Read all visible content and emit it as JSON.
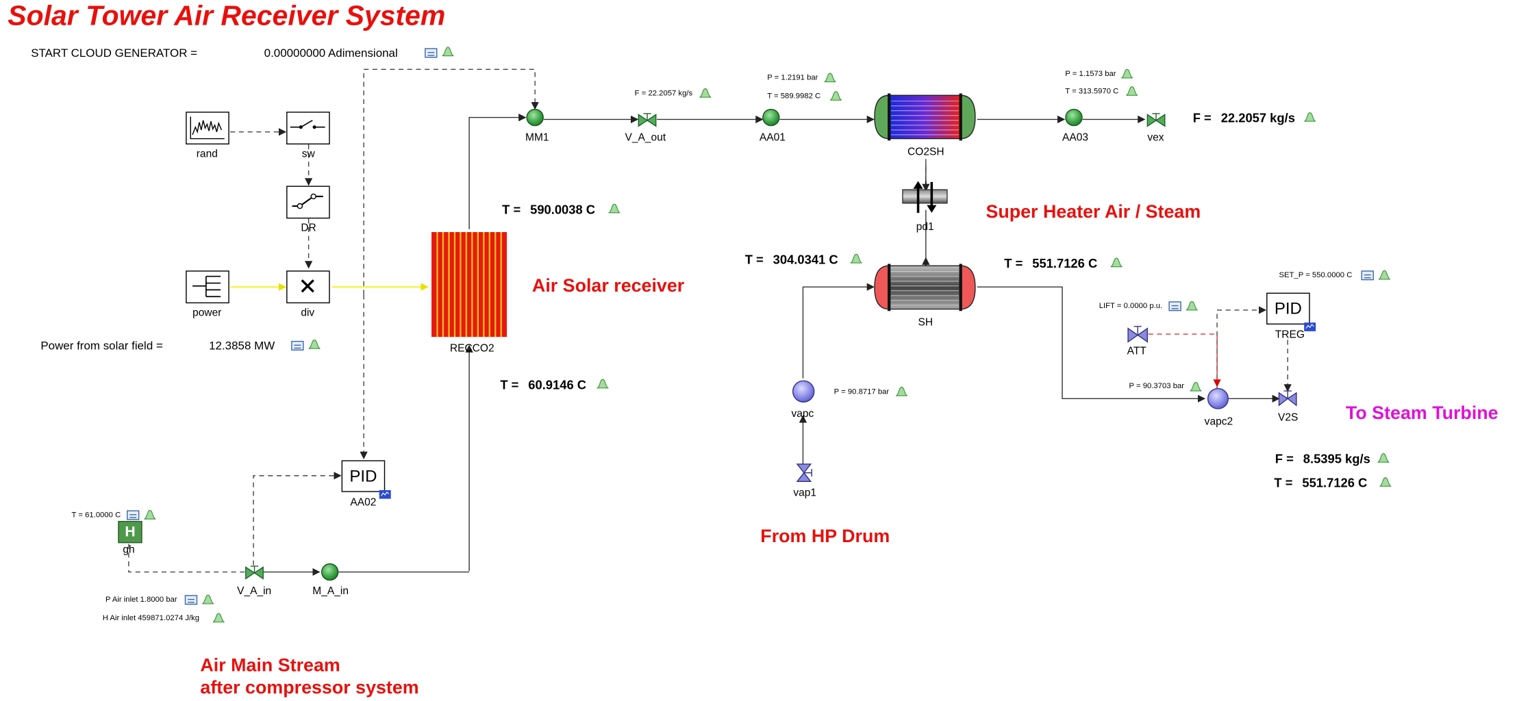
{
  "title": "Solar Tower Air Receiver System",
  "annotations": {
    "air_solar_receiver": "Air Solar receiver",
    "super_heater": "Super Heater Air /  Steam",
    "to_steam_turbine": "To Steam Turbine",
    "from_hp_drum": "From HP Drum",
    "air_main_stream_1": "Air Main Stream",
    "air_main_stream_2": "after compressor system"
  },
  "cloud": {
    "label": "START CLOUD GENERATOR =",
    "value": "0.00000000 Adimensional"
  },
  "power_field": {
    "label": "Power from solar field =",
    "value": "12.3858 MW"
  },
  "components": {
    "rand": "rand",
    "sw": "sw",
    "dr": "DR",
    "power": "power",
    "div": "div",
    "recco2": "RECCO2",
    "mm1": "MM1",
    "v_a_out": "V_A_out",
    "aa01": "AA01",
    "co2sh": "CO2SH",
    "aa03": "AA03",
    "vex": "vex",
    "pd1": "pd1",
    "sh": "SH",
    "vapc": "vapc",
    "vap1": "vap1",
    "att": "ATT",
    "treg": "TREG",
    "vapc2": "vapc2",
    "v2s": "V2S",
    "aa02": "AA02",
    "gh": "gh",
    "v_a_in": "V_A_in",
    "m_a_in": "M_A_in",
    "pid_label": "PID",
    "gh_symbol": "H"
  },
  "readouts": {
    "f_vaout": "F =   22.2057 kg/s",
    "p_aa01": "P =   1.2191 bar",
    "t_aa01": "T =   589.9982 C",
    "p_aa03": "P =   1.1573 bar",
    "t_aa03": "T =   313.5970 C",
    "f_vex_label": "F =",
    "f_vex_value": "22.2057 kg/s",
    "t_rec_out_label": "T =",
    "t_rec_out_value": "590.0038 C",
    "t_rec_in_label": "T =",
    "t_rec_in_value": "60.9146 C",
    "t_sh_in_label": "T =",
    "t_sh_in_value": "304.0341 C",
    "t_sh_out_label": "T =",
    "t_sh_out_value": "551.7126 C",
    "set_p": "SET_P =      550.0000 C",
    "lift": "LIFT =     0.0000 p.u.",
    "p_vapc": "P =   90.8717 bar",
    "p_vapc2": "P =   90.3703 bar",
    "f_out_label": "F =",
    "f_out_value": "8.5395 kg/s",
    "t_out_label": "T =",
    "t_out_value": "551.7126 C",
    "t_gh": "T =   61.0000 C",
    "p_air_inlet": "P Air inlet    1.8000 bar",
    "h_air_inlet": "H Air inlet    459871.0274 J/kg"
  },
  "colors": {
    "accent_red": "#e8100c",
    "magenta": "#e010d8",
    "signal_yellow": "#ffff40"
  }
}
